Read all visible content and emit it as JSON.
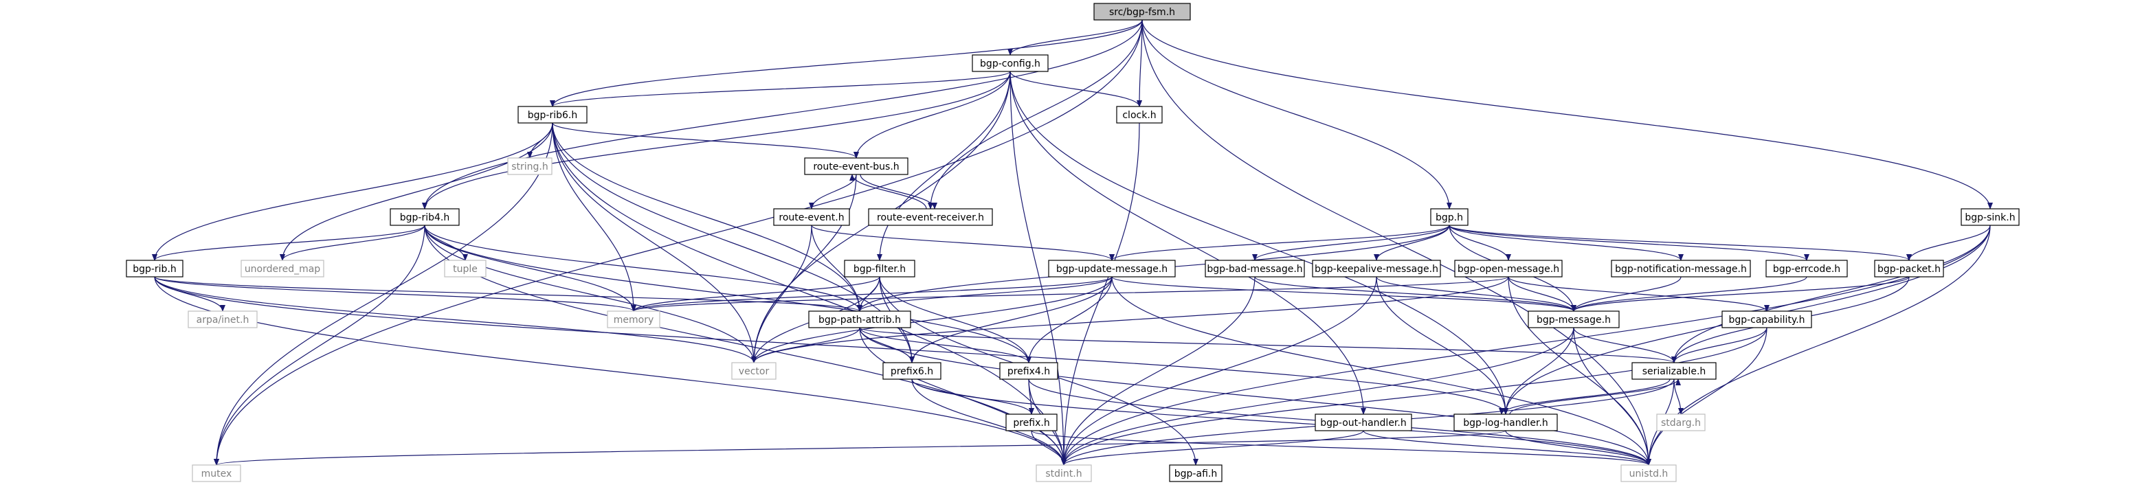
{
  "graph": {
    "colors": {
      "edge": "#191970",
      "node_border": "#000000",
      "node_fill": "#ffffff",
      "root_fill": "#bfbfbf",
      "system_border": "#bfbfbf",
      "system_text": "#808080",
      "text": "#000000"
    },
    "nodes": [
      {
        "id": "root",
        "label": "src/bgp-fsm.h",
        "kind": "root"
      },
      {
        "id": "config",
        "label": "bgp-config.h",
        "kind": "file"
      },
      {
        "id": "rib6",
        "label": "bgp-rib6.h",
        "kind": "file"
      },
      {
        "id": "clock",
        "label": "clock.h",
        "kind": "file"
      },
      {
        "id": "reb",
        "label": "route-event-bus.h",
        "kind": "file"
      },
      {
        "id": "rer",
        "label": "route-event-receiver.h",
        "kind": "file"
      },
      {
        "id": "string",
        "label": "string.h",
        "kind": "system"
      },
      {
        "id": "bgph",
        "label": "bgp.h",
        "kind": "file"
      },
      {
        "id": "sink",
        "label": "bgp-sink.h",
        "kind": "file"
      },
      {
        "id": "rib4",
        "label": "bgp-rib4.h",
        "kind": "file"
      },
      {
        "id": "revent",
        "label": "route-event.h",
        "kind": "file"
      },
      {
        "id": "filter",
        "label": "bgp-filter.h",
        "kind": "file"
      },
      {
        "id": "update",
        "label": "bgp-update-message.h",
        "kind": "file"
      },
      {
        "id": "badmsg",
        "label": "bgp-bad-message.h",
        "kind": "file"
      },
      {
        "id": "keepalive",
        "label": "bgp-keepalive-message.h",
        "kind": "file"
      },
      {
        "id": "openmsg",
        "label": "bgp-open-message.h",
        "kind": "file"
      },
      {
        "id": "notif",
        "label": "bgp-notification-message.h",
        "kind": "file"
      },
      {
        "id": "errcode",
        "label": "bgp-errcode.h",
        "kind": "file"
      },
      {
        "id": "packet",
        "label": "bgp-packet.h",
        "kind": "file"
      },
      {
        "id": "rib",
        "label": "bgp-rib.h",
        "kind": "file"
      },
      {
        "id": "umap",
        "label": "unordered_map",
        "kind": "system"
      },
      {
        "id": "tuple",
        "label": "tuple",
        "kind": "system"
      },
      {
        "id": "arpa",
        "label": "arpa/inet.h",
        "kind": "system"
      },
      {
        "id": "memory",
        "label": "memory",
        "kind": "system"
      },
      {
        "id": "pathattr",
        "label": "bgp-path-attrib.h",
        "kind": "file"
      },
      {
        "id": "message",
        "label": "bgp-message.h",
        "kind": "file"
      },
      {
        "id": "capability",
        "label": "bgp-capability.h",
        "kind": "file"
      },
      {
        "id": "vector",
        "label": "vector",
        "kind": "system"
      },
      {
        "id": "prefix6",
        "label": "prefix6.h",
        "kind": "file"
      },
      {
        "id": "prefix4",
        "label": "prefix4.h",
        "kind": "file"
      },
      {
        "id": "serial",
        "label": "serializable.h",
        "kind": "file"
      },
      {
        "id": "prefix",
        "label": "prefix.h",
        "kind": "file"
      },
      {
        "id": "outhandler",
        "label": "bgp-out-handler.h",
        "kind": "file"
      },
      {
        "id": "loghandler",
        "label": "bgp-log-handler.h",
        "kind": "file"
      },
      {
        "id": "stdarg",
        "label": "stdarg.h",
        "kind": "system"
      },
      {
        "id": "mutex",
        "label": "mutex",
        "kind": "system"
      },
      {
        "id": "stdint",
        "label": "stdint.h",
        "kind": "system"
      },
      {
        "id": "afi",
        "label": "bgp-afi.h",
        "kind": "file"
      },
      {
        "id": "unistd",
        "label": "unistd.h",
        "kind": "system"
      }
    ],
    "edges": [
      [
        "root",
        "config"
      ],
      [
        "root",
        "rib6"
      ],
      [
        "root",
        "clock"
      ],
      [
        "root",
        "rer"
      ],
      [
        "root",
        "bgph"
      ],
      [
        "root",
        "sink"
      ],
      [
        "root",
        "rib4"
      ],
      [
        "root",
        "mutex"
      ],
      [
        "root",
        "unistd"
      ],
      [
        "config",
        "rib6"
      ],
      [
        "config",
        "clock"
      ],
      [
        "config",
        "reb"
      ],
      [
        "config",
        "rib4"
      ],
      [
        "config",
        "filter"
      ],
      [
        "config",
        "vector"
      ],
      [
        "config",
        "stdint"
      ],
      [
        "config",
        "outhandler"
      ],
      [
        "config",
        "loghandler"
      ],
      [
        "rib6",
        "reb"
      ],
      [
        "rib6",
        "string"
      ],
      [
        "rib6",
        "umap"
      ],
      [
        "rib6",
        "rib"
      ],
      [
        "rib6",
        "memory"
      ],
      [
        "rib6",
        "pathattr"
      ],
      [
        "rib6",
        "prefix6"
      ],
      [
        "rib6",
        "vector"
      ],
      [
        "rib6",
        "mutex"
      ],
      [
        "rib6",
        "stdint"
      ],
      [
        "clock",
        "stdint"
      ],
      [
        "reb",
        "rer"
      ],
      [
        "reb",
        "revent"
      ],
      [
        "reb",
        "vector"
      ],
      [
        "rer",
        "reb"
      ],
      [
        "revent",
        "update"
      ],
      [
        "revent",
        "pathattr"
      ],
      [
        "revent",
        "vector"
      ],
      [
        "bgph",
        "update"
      ],
      [
        "bgph",
        "badmsg"
      ],
      [
        "bgph",
        "keepalive"
      ],
      [
        "bgph",
        "openmsg"
      ],
      [
        "bgph",
        "notif"
      ],
      [
        "bgph",
        "errcode"
      ],
      [
        "bgph",
        "packet"
      ],
      [
        "bgph",
        "message"
      ],
      [
        "bgph",
        "pathattr"
      ],
      [
        "sink",
        "packet"
      ],
      [
        "sink",
        "serial"
      ],
      [
        "sink",
        "loghandler"
      ],
      [
        "sink",
        "stdint"
      ],
      [
        "sink",
        "unistd"
      ],
      [
        "rib4",
        "rib"
      ],
      [
        "rib4",
        "umap"
      ],
      [
        "rib4",
        "tuple"
      ],
      [
        "rib4",
        "memory"
      ],
      [
        "rib4",
        "pathattr"
      ],
      [
        "rib4",
        "prefix4"
      ],
      [
        "rib4",
        "vector"
      ],
      [
        "rib4",
        "mutex"
      ],
      [
        "rib4",
        "stdint"
      ],
      [
        "filter",
        "pathattr"
      ],
      [
        "filter",
        "prefix4"
      ],
      [
        "filter",
        "prefix6"
      ],
      [
        "filter",
        "vector"
      ],
      [
        "filter",
        "memory"
      ],
      [
        "filter",
        "afi"
      ],
      [
        "update",
        "pathattr"
      ],
      [
        "update",
        "message"
      ],
      [
        "update",
        "prefix4"
      ],
      [
        "update",
        "prefix6"
      ],
      [
        "update",
        "vector"
      ],
      [
        "update",
        "memory"
      ],
      [
        "update",
        "unistd"
      ],
      [
        "badmsg",
        "message"
      ],
      [
        "badmsg",
        "stdint"
      ],
      [
        "keepalive",
        "message"
      ],
      [
        "keepalive",
        "loghandler"
      ],
      [
        "keepalive",
        "stdint"
      ],
      [
        "openmsg",
        "message"
      ],
      [
        "openmsg",
        "capability"
      ],
      [
        "openmsg",
        "vector"
      ],
      [
        "openmsg",
        "memory"
      ],
      [
        "openmsg",
        "unistd"
      ],
      [
        "notif",
        "message"
      ],
      [
        "errcode",
        "message"
      ],
      [
        "packet",
        "message"
      ],
      [
        "packet",
        "serial"
      ],
      [
        "rib",
        "pathattr"
      ],
      [
        "rib",
        "arpa"
      ],
      [
        "rib",
        "memory"
      ],
      [
        "rib",
        "vector"
      ],
      [
        "rib",
        "loghandler"
      ],
      [
        "rib",
        "stdint"
      ],
      [
        "pathattr",
        "prefix4"
      ],
      [
        "pathattr",
        "prefix6"
      ],
      [
        "pathattr",
        "vector"
      ],
      [
        "pathattr",
        "serial"
      ],
      [
        "pathattr",
        "stdint"
      ],
      [
        "pathattr",
        "unistd"
      ],
      [
        "message",
        "serial"
      ],
      [
        "message",
        "loghandler"
      ],
      [
        "message",
        "stdint"
      ],
      [
        "message",
        "unistd"
      ],
      [
        "capability",
        "serial"
      ],
      [
        "capability",
        "stdint"
      ],
      [
        "capability",
        "unistd"
      ],
      [
        "prefix6",
        "prefix"
      ],
      [
        "prefix6",
        "stdint"
      ],
      [
        "prefix6",
        "unistd"
      ],
      [
        "prefix4",
        "prefix"
      ],
      [
        "prefix4",
        "stdint"
      ],
      [
        "prefix4",
        "unistd"
      ],
      [
        "prefix",
        "stdint"
      ],
      [
        "prefix",
        "unistd"
      ],
      [
        "serial",
        "stdarg"
      ],
      [
        "serial",
        "loghandler"
      ],
      [
        "serial",
        "stdint"
      ],
      [
        "serial",
        "unistd"
      ],
      [
        "loghandler",
        "serial"
      ],
      [
        "loghandler",
        "mutex"
      ],
      [
        "loghandler",
        "unistd"
      ],
      [
        "outhandler",
        "stdint"
      ],
      [
        "outhandler",
        "unistd"
      ]
    ]
  }
}
